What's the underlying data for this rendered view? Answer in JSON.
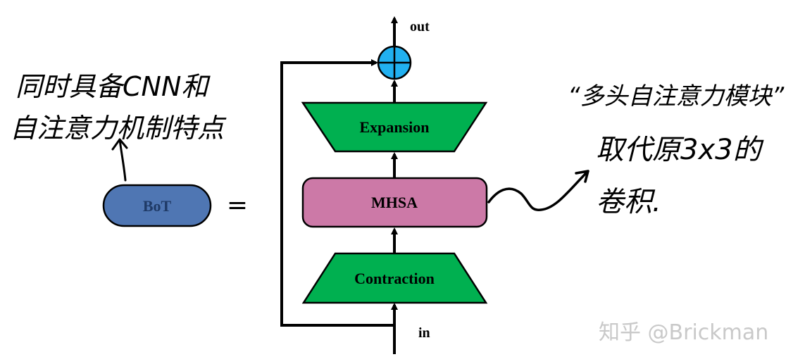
{
  "diagram": {
    "block_name": "BoT",
    "equals": "=",
    "nodes": {
      "expansion": "Expansion",
      "mhsa": "MHSA",
      "contraction": "Contraction"
    },
    "io": {
      "input": "in",
      "output": "out"
    },
    "add_symbol": "⊕"
  },
  "annotations": {
    "left_note_line1": "同时具备CNN和",
    "left_note_line2": "自注意力机制特点",
    "right_note_title": "“多头自注意力模块”",
    "right_note_line1": "取代原3x3的",
    "right_note_line2": "卷积."
  },
  "watermark": "知乎 @Brickman",
  "colors": {
    "bot_fill": "#4f76b3",
    "green_fill": "#00b050",
    "mhsa_fill": "#cc79a7",
    "add_fill": "#21b0f0",
    "stroke": "#000000"
  }
}
